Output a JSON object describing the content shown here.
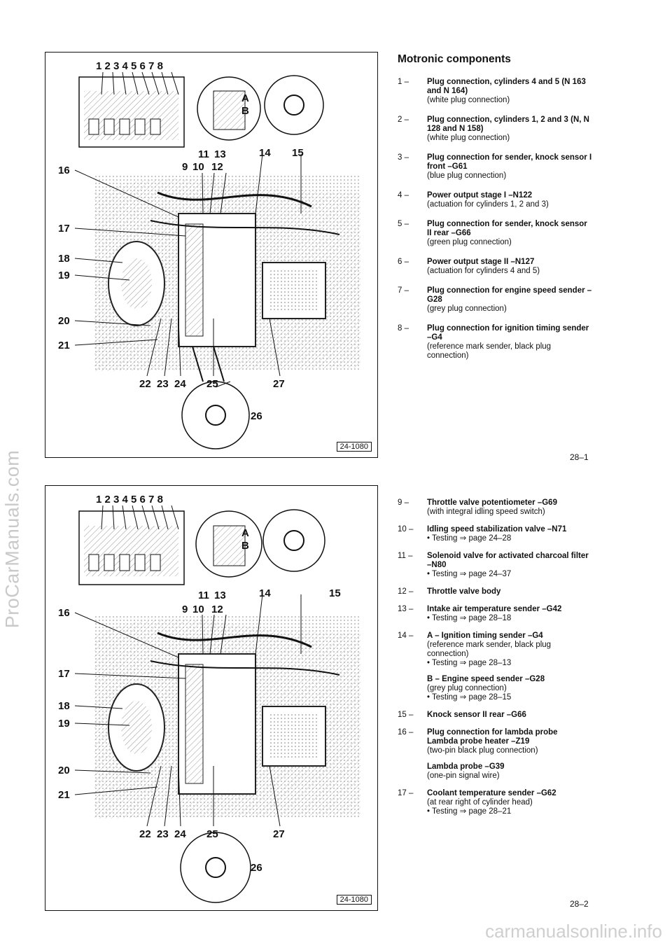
{
  "watermark": {
    "side": "ProCarManuals.com",
    "footer": "carmanualsonline.info"
  },
  "page1": {
    "title": "Motronic components",
    "page_number": "28–1",
    "figure": {
      "ref": "24-1080",
      "top_numbers": "1 2 3 4 5 6 7 8",
      "labels": {
        "n9": "9",
        "n10": "10",
        "n11": "11",
        "n12": "12",
        "n13": "13",
        "n14": "14",
        "n15": "15",
        "n16": "16",
        "n17": "17",
        "n18": "18",
        "n19": "19",
        "n20": "20",
        "n21": "21",
        "n22": "22",
        "n23": "23",
        "n24": "24",
        "n25": "25",
        "n26": "26",
        "n27": "27",
        "A": "A",
        "B": "B"
      }
    },
    "items": [
      {
        "no": "1 –",
        "heading": "Plug connection, cylinders 4 and 5 (N 163 and N 164)",
        "sub": "(white plug connection)"
      },
      {
        "no": "2 –",
        "heading": "Plug connection, cylinders 1, 2 and 3 (N, N 128 and N 158)",
        "sub": "(white plug connection)"
      },
      {
        "no": "3 –",
        "heading": "Plug connection for sender, knock sensor I front –G61",
        "sub": "(blue plug connection)"
      },
      {
        "no": "4 –",
        "heading": "Power output stage I –N122",
        "sub": "(actuation for cylinders 1, 2 and 3)"
      },
      {
        "no": "5 –",
        "heading": "Plug connection for sender, knock sensor II rear –G66",
        "sub": "(green plug connection)"
      },
      {
        "no": "6 –",
        "heading": "Power output stage II –N127",
        "sub": "(actuation for cylinders 4 and 5)"
      },
      {
        "no": "7 –",
        "heading": "Plug connection for engine speed sender –G28",
        "sub": "(grey plug connection)"
      },
      {
        "no": "8 –",
        "heading": "Plug connection for ignition timing sender –G4",
        "sub": "(reference mark sender, black plug connection)"
      }
    ]
  },
  "page2": {
    "page_number": "28–2",
    "figure": {
      "ref": "24-1080"
    },
    "items": [
      {
        "no": "9 –",
        "heading": "Throttle valve potentiometer –G69",
        "sub": "(with integral idling speed switch)"
      },
      {
        "no": "10 –",
        "heading": "Idling speed stabilization valve –N71",
        "testing": "• Testing ⇒ page 24–28"
      },
      {
        "no": "11 –",
        "heading": "Solenoid valve for activated charcoal filter –N80",
        "testing": "• Testing ⇒ page 24–37"
      },
      {
        "no": "12 –",
        "heading": "Throttle valve body"
      },
      {
        "no": "13 –",
        "heading": "Intake air temperature sender –G42",
        "testing": "• Testing ⇒ page 28–18"
      },
      {
        "no": "14 –",
        "heading": "A – Ignition timing sender –G4",
        "sub": "(reference mark sender, black plug connection)",
        "testing": "• Testing ⇒ page 28–13",
        "b_heading": "B – Engine speed sender –G28",
        "b_sub": "(grey plug connection)",
        "b_testing": "• Testing ⇒ page 28–15"
      },
      {
        "no": "15 –",
        "heading": "Knock sensor II rear –G66"
      },
      {
        "no": "16 –",
        "heading": "Plug connection for lambda probe",
        "heading2": "Lambda probe heater –Z19",
        "sub": "(two-pin black plug connection)",
        "heading3": "Lambda probe –G39",
        "sub3": "(one-pin signal wire)"
      },
      {
        "no": "17 –",
        "heading": "Coolant temperature sender –G62",
        "sub": "(at rear right of cylinder head)",
        "testing": "• Testing ⇒ page 28–21"
      }
    ]
  }
}
